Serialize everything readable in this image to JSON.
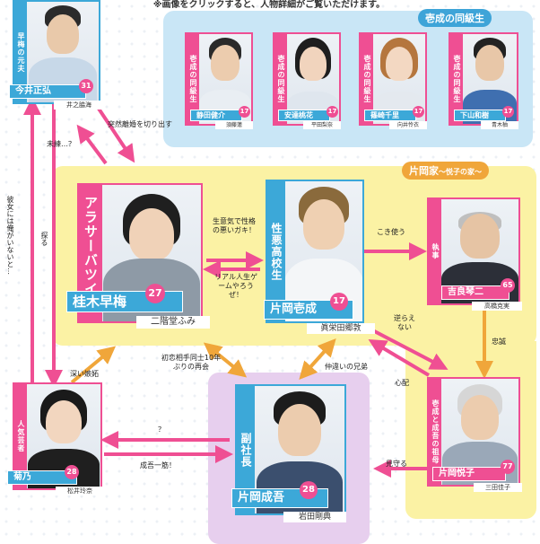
{
  "top_note": "※画像をクリックすると、人物詳細がご覧いただけます。",
  "groups": {
    "classmates": "壱成の同級生",
    "kataoka": "片岡家",
    "kataoka_sub": "〜悦子の家〜"
  },
  "people": {
    "imai": {
      "tag": "早梅の元夫",
      "name": "今井正弘",
      "age": "31",
      "actor": "井之脇海"
    },
    "sae": {
      "tag": "アラサーバツイチ",
      "name": "桂木早梅",
      "age": "27",
      "actor": "二階堂ふみ"
    },
    "issei": {
      "tag": "性悪高校生",
      "name": "片岡壱成",
      "age": "17",
      "actor": "眞栄田郷敦"
    },
    "kotoji": {
      "tag": "執事",
      "name": "吉良琴二",
      "age": "65",
      "actor": "高橋克実"
    },
    "etsuko": {
      "tag": "壱成と成吾の祖母",
      "name": "片岡悦子",
      "age": "77",
      "actor": "三田佳子"
    },
    "seigo": {
      "tag": "副社長",
      "name": "片岡成吾",
      "age": "28",
      "actor": "岩田剛典"
    },
    "kiku": {
      "tag": "人気芸者",
      "name": "菊乃",
      "age": "28",
      "actor": "松井玲奈"
    },
    "shizuta": {
      "tag": "壱成の同級生",
      "name": "静田健介",
      "age": "17",
      "actor": "須藤蓮"
    },
    "ando": {
      "tag": "壱成の同級生",
      "name": "安達桃花",
      "age": "17",
      "actor": "平田梨奈"
    },
    "ishizaki": {
      "tag": "壱成の同級生",
      "name": "篠崎千里",
      "age": "17",
      "actor": "向井怜衣"
    },
    "shimoyama": {
      "tag": "壱成の同級生",
      "name": "下山和樹",
      "age": "17",
      "actor": "青木柚"
    }
  },
  "relations": {
    "imai_to_sae": "突然離婚を切り出す",
    "sae_to_imai": "未練…？",
    "kiku_left": "彼女には俺がいないと…",
    "kiku_imai": "探る",
    "sae_to_issei": "生意気で性格の悪いガキ！",
    "issei_to_sae": "リアル人生ゲームやろうぜ！",
    "issei_to_kotoji": "こき使う",
    "sae_seigo": "初恋相手同士10年ぶりの再会",
    "kiku_to_sae": "深い嫉妬",
    "issei_seigo": "仲違いの兄弟",
    "issei_etsuko": "逆らえない",
    "kotoji_etsuko": "忠誠",
    "etsuko_to_issei": "心配",
    "etsuko_to_seigo": "見守る",
    "seigo_to_kiku": "？",
    "kiku_to_seigo": "成吾一筋！"
  },
  "colors": {
    "pink": "#ef4f93",
    "blue": "#3ca8d8",
    "orange": "#f0a63a",
    "yellow_panel": "#fbf2a4",
    "blue_panel": "#c9e6f6",
    "purple_panel": "#e7cfee"
  }
}
